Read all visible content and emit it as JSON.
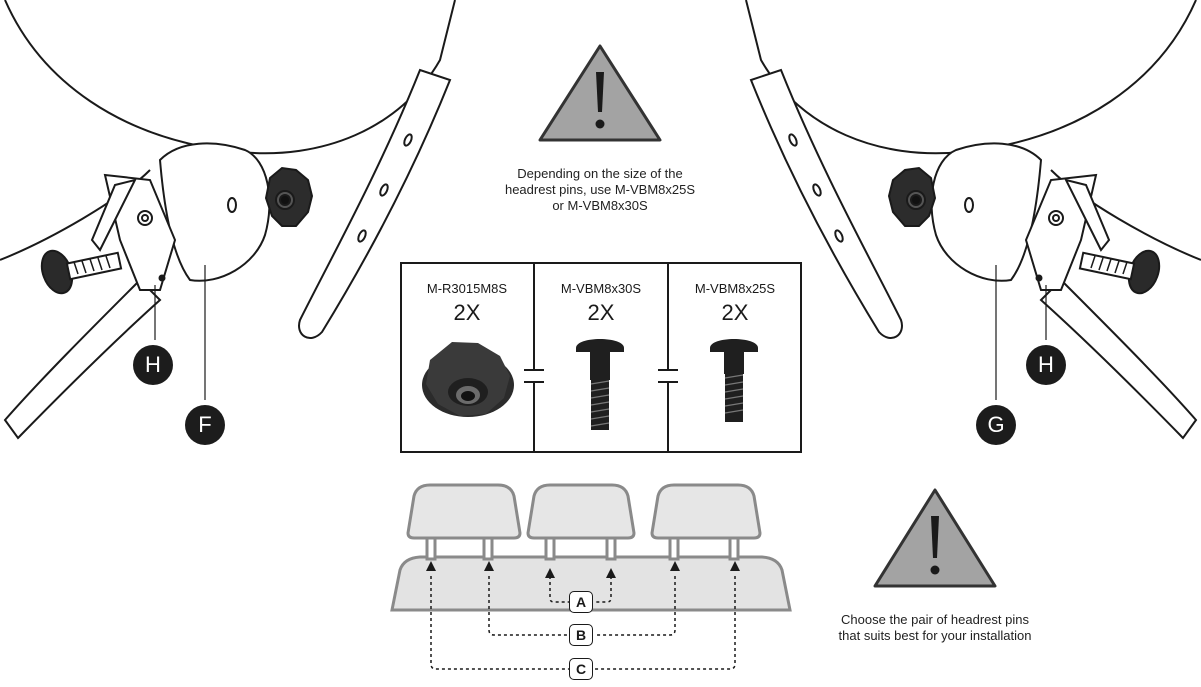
{
  "warnings": {
    "top_note": {
      "line1": "Depending on the size of the",
      "line2": "headrest pins, use M-VBM8x25S",
      "line3": "or M-VBM8x30S"
    },
    "bottom_note": {
      "line1": "Choose the pair of headrest pins",
      "line2": "that suits best for your installation"
    }
  },
  "parts": [
    {
      "code": "M-R3015M8S",
      "qty": "2X",
      "icon": "star-knob-icon"
    },
    {
      "code": "M-VBM8x30S",
      "qty": "2X",
      "icon": "long-bolt-icon"
    },
    {
      "code": "M-VBM8x25S",
      "qty": "2X",
      "icon": "short-bolt-icon"
    }
  ],
  "callouts": {
    "left_h": "H",
    "left_f": "F",
    "right_g": "G",
    "right_h": "H"
  },
  "pin_pairs": [
    "A",
    "B",
    "C"
  ],
  "colors": {
    "line": "#1a1a1a",
    "headrest_fill": "#e6e6e6",
    "headrest_stroke": "#8a8a8a",
    "seat_fill": "#e3e3e3",
    "warning_fill": "#a3a3a3"
  }
}
